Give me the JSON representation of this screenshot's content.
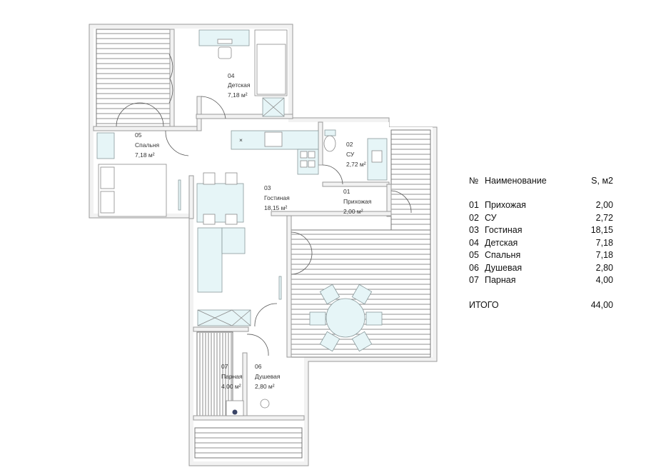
{
  "plan": {
    "rooms": [
      {
        "id": "04",
        "name": "Детская",
        "area": "7,18 м²"
      },
      {
        "id": "05",
        "name": "Спальня",
        "area": "7,18 м²"
      },
      {
        "id": "03",
        "name": "Гостиная",
        "area": "18,15 м²"
      },
      {
        "id": "02",
        "name": "СУ",
        "area": "2,72 м²"
      },
      {
        "id": "01",
        "name": "Прихожая",
        "area": "2,00 м²"
      },
      {
        "id": "07",
        "name": "Парная",
        "area": "4,00 м²"
      },
      {
        "id": "06",
        "name": "Душевая",
        "area": "2,80 м²"
      }
    ]
  },
  "legend": {
    "header": {
      "num": "№",
      "name": "Наименование",
      "area": "S, м2"
    },
    "rows": [
      {
        "num": "01",
        "name": "Прихожая",
        "area": "2,00"
      },
      {
        "num": "02",
        "name": "СУ",
        "area": "2,72"
      },
      {
        "num": "03",
        "name": "Гостиная",
        "area": "18,15"
      },
      {
        "num": "04",
        "name": "Детская",
        "area": "7,18"
      },
      {
        "num": "05",
        "name": "Спальня",
        "area": "7,18"
      },
      {
        "num": "06",
        "name": "Душевая",
        "area": "2,80"
      },
      {
        "num": "07",
        "name": "Парная",
        "area": "4,00"
      }
    ],
    "total": {
      "label": "ИТОГО",
      "area": "44,00"
    }
  },
  "colors": {
    "furniture_fill": "#e6f5f7",
    "wall": "#f2f2f2",
    "line": "#7a7a7a"
  }
}
